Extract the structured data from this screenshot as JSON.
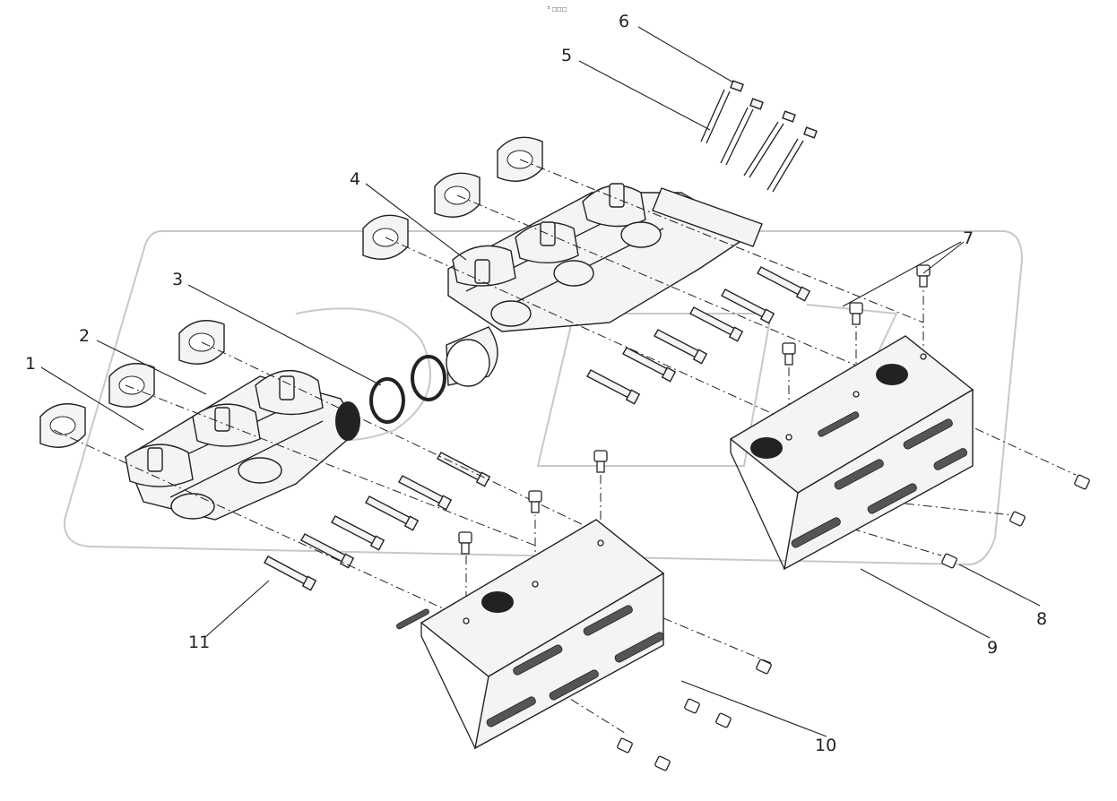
{
  "header": {
    "code": "²̑ □□□"
  },
  "callouts": [
    {
      "id": "callout-1",
      "number": "1"
    },
    {
      "id": "callout-2",
      "number": "2"
    },
    {
      "id": "callout-3",
      "number": "3"
    },
    {
      "id": "callout-4",
      "number": "4"
    },
    {
      "id": "callout-5",
      "number": "5"
    },
    {
      "id": "callout-6",
      "number": "6"
    },
    {
      "id": "callout-7",
      "number": "7"
    },
    {
      "id": "callout-8",
      "number": "8"
    },
    {
      "id": "callout-9",
      "number": "9"
    },
    {
      "id": "callout-10",
      "number": "10"
    },
    {
      "id": "callout-11",
      "number": "11"
    }
  ],
  "colors": {
    "line": "#222222",
    "watermark": "#c8c8c8",
    "background": "#ffffff"
  }
}
